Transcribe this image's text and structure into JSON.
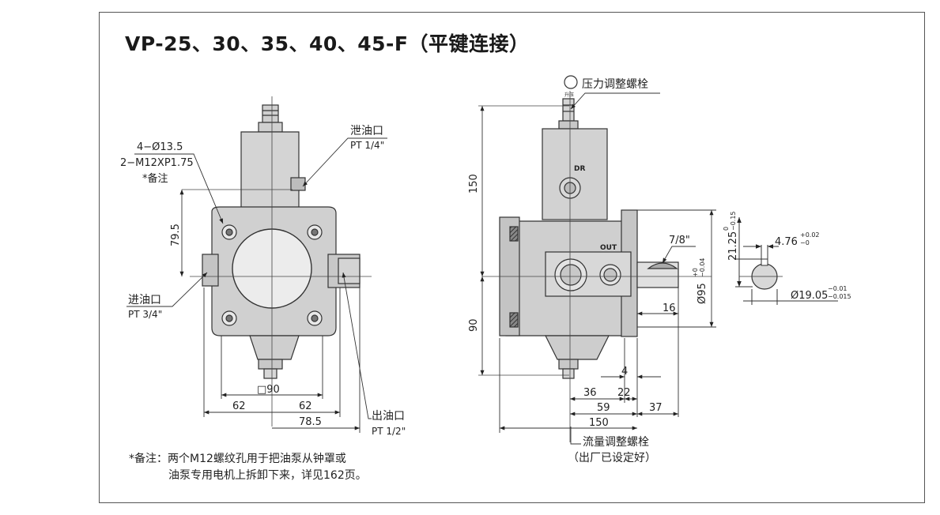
{
  "title": "VP-25、30、35、40、45-F（平键连接）",
  "note": {
    "line1": "*备注：两个M12螺纹孔用于把油泵从钟罩或",
    "line2": "油泵专用电机上拆卸下来，详见162页。"
  },
  "front_view": {
    "holes_label_1": "4−Ø13.5",
    "holes_label_2": "2−M12XP1.75",
    "holes_label_3": "*备注",
    "drain_label": "泄油口",
    "drain_thread": "PT 1/4\"",
    "inlet_label": "进油口",
    "inlet_thread": "PT 3/4\"",
    "outlet_label": "出油口",
    "outlet_thread": "PT 1/2\"",
    "dim_height": "79.5",
    "dim_square": "□90",
    "dim_left": "62",
    "dim_right": "62",
    "dim_outlet": "78.5"
  },
  "side_view": {
    "pressure_screw_label": "压力调整螺栓",
    "pressure_icon_text": "升压",
    "dr_label": "DR",
    "out_label": "OUT",
    "dim_150_vertical": "150",
    "dim_90_vertical": "90",
    "dim_thread": "7/8\"",
    "dim_shaft_dia": "Ø95",
    "dim_shaft_dia_tol_upper": "+0",
    "dim_shaft_dia_tol_lower": "−0.04",
    "dim_16": "16",
    "dim_4": "4",
    "dim_36": "36",
    "dim_22": "22",
    "dim_59": "59",
    "dim_37": "37",
    "dim_150_horizontal": "150",
    "flow_screw_label": "流量调整螺栓",
    "flow_screw_note": "（出厂已设定好）"
  },
  "key_view": {
    "dim_key_height": "21.25",
    "dim_key_height_tol_upper": "0",
    "dim_key_height_tol_lower": "−0.15",
    "dim_key_width": "4.76",
    "dim_key_width_tol_upper": "+0.02",
    "dim_key_width_tol_lower": "−0",
    "dim_shaft": "Ø19.05",
    "dim_shaft_tol_upper": "−0.01",
    "dim_shaft_tol_lower": "−0.015"
  }
}
